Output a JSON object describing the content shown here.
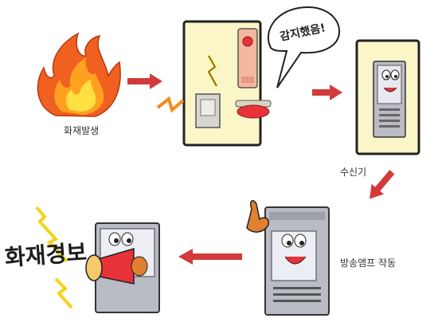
{
  "steps": {
    "fire": {
      "label": "화재발생"
    },
    "detector": {
      "speech": "감지했음!"
    },
    "receiver": {
      "label": "수신기"
    },
    "amp": {
      "label": "방송앰프 작동"
    },
    "alarm": {
      "text": "화재경보"
    }
  },
  "colors": {
    "arrow": "#d33a3a",
    "box_fill": "#fbf6c8",
    "box_border": "#222222",
    "panel": "#b9bcc4",
    "flame_outer": "#f06020",
    "flame_inner": "#ffd23a",
    "detector_red": "#e8323a",
    "zigzag": "#f6d21a"
  },
  "icons": [
    "fire-icon",
    "smoke-detector-icon",
    "receiver-panel-icon",
    "amplifier-icon",
    "megaphone-icon",
    "arrow-icon"
  ]
}
